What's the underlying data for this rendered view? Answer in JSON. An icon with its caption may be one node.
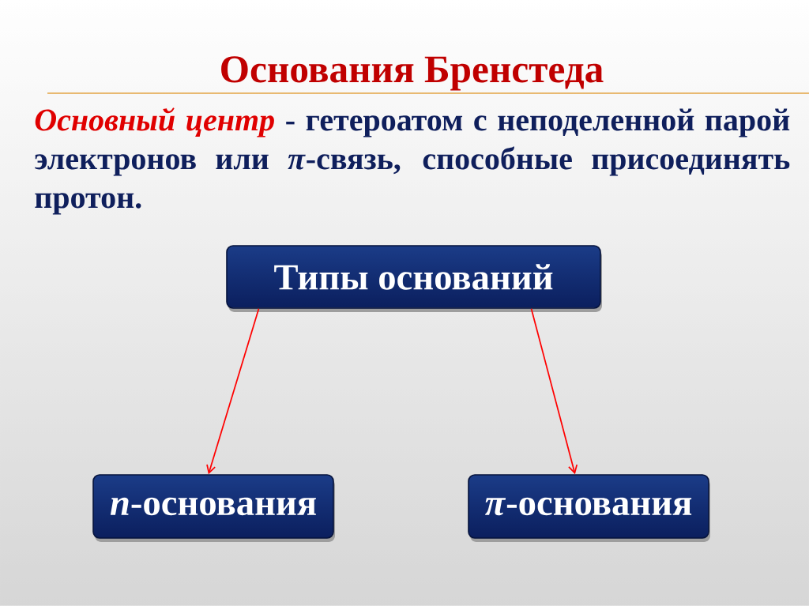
{
  "diagram": {
    "title": "Основания Бренстеда",
    "nodes": [
      {
        "text": [
          "Типы оснований"
        ]
      },
      {
        "text": [
          "*n*-основания"
        ]
      },
      {
        "text": [
          "*π*-основания"
        ]
      }
    ],
    "edges": [
      {
        "from": 0,
        "to": 1,
        "arrow": "to"
      },
      {
        "from": 0,
        "to": 2,
        "arrow": "to"
      }
    ],
    "labels": [
      "*Основный центр* - гетероатом с неподеленной парой электронов или *π*-связь, способные присоединять протон."
    ]
  }
}
